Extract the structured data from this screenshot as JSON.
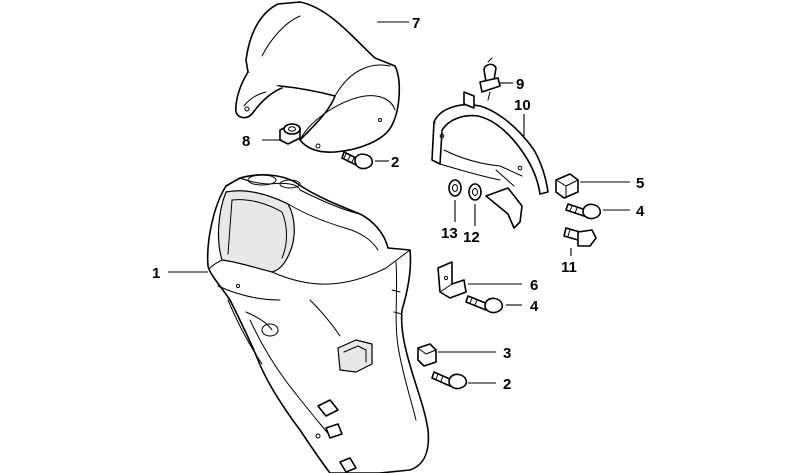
{
  "callouts": [
    {
      "id": "c1",
      "label": "1"
    },
    {
      "id": "c2a",
      "label": "2"
    },
    {
      "id": "c2b",
      "label": "2"
    },
    {
      "id": "c3",
      "label": "3"
    },
    {
      "id": "c4a",
      "label": "4"
    },
    {
      "id": "c4b",
      "label": "4"
    },
    {
      "id": "c5",
      "label": "5"
    },
    {
      "id": "c6",
      "label": "6"
    },
    {
      "id": "c7",
      "label": "7"
    },
    {
      "id": "c8",
      "label": "8"
    },
    {
      "id": "c9",
      "label": "9"
    },
    {
      "id": "c10",
      "label": "10"
    },
    {
      "id": "c11",
      "label": "11"
    },
    {
      "id": "c12",
      "label": "12"
    },
    {
      "id": "c13",
      "label": "13"
    }
  ]
}
